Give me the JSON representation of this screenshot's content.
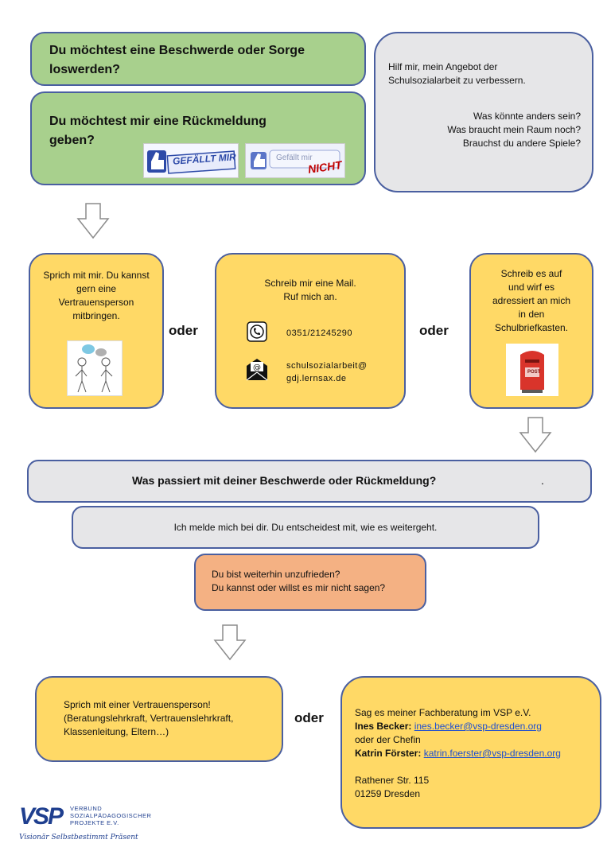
{
  "top": {
    "complaint_heading": "Du möchtest eine Beschwerde oder Sorge loswerden?",
    "feedback_heading": "Du möchtest mir eine Rückmeldung geben?",
    "like_label": "GEFÄLLT MIR",
    "dislike_label_1": "Gefällt mir",
    "dislike_label_2": "NICHT",
    "help_text": "Hilf mir, mein Angebot der Schulsozialarbeit zu verbessern.",
    "question_1": "Was könnte anders sein?",
    "question_2": "Was braucht mein Raum noch?",
    "question_3": "Brauchst du andere Spiele?"
  },
  "options": {
    "talk_text": "Sprich mit mir. Du kannst gern eine Vertrauensperson mitbringen.",
    "or_label": "oder",
    "mail_line_1": "Schreib mir eine Mail.",
    "mail_line_2": "Ruf mich an.",
    "phone": "0351/21245290",
    "email_1": "schulsozialarbeit@",
    "email_2": "gdj.lernsax.de",
    "letter_text": "Schreib es auf und wirf es adressiert an mich in den Schulbriefkasten.",
    "post_label": "POST"
  },
  "process": {
    "question": "Was passiert mit deiner Beschwerde oder Rückmeldung?",
    "dot": ".",
    "answer": "Ich melde mich bei dir. Du entscheidest mit, wie es weitergeht.",
    "unhappy_1": "Du bist weiterhin unzufrieden?",
    "unhappy_2": "Du kannst oder willst es mir nicht sagen?"
  },
  "bottom": {
    "trust_1": "Sprich mit einer Vertrauensperson!",
    "trust_2": "(Beratungslehrkraft, Vertrauenslehrkraft,",
    "trust_3": "Klassenleitung, Eltern…)",
    "or_label": "oder",
    "advice_intro": "Sag es meiner Fachberatung im VSP e.V.",
    "person_1_name": "Ines Becker:",
    "person_1_mail": "ines.becker@vsp-dresden.org",
    "or_boss": "oder der Chefin",
    "person_2_name": "Katrin Förster:",
    "person_2_mail": "katrin.foerster@vsp-dresden.org",
    "street": "Rathener Str. 115",
    "city": "01259 Dresden"
  },
  "logo": {
    "mark": "VSP",
    "line_1": "VERBUND",
    "line_2": "SOZIALPÄDAGOGISCHER",
    "line_3": "PROJEKTE E.V.",
    "slogan": "Visionär Selbstbestimmt Präsent"
  },
  "colors": {
    "green": "#a8d08d",
    "gray": "#e6e6e8",
    "yellow": "#ffd966",
    "salmon": "#f4b183",
    "border": "#4a5fa0",
    "logo_blue": "#1f3f8f"
  }
}
